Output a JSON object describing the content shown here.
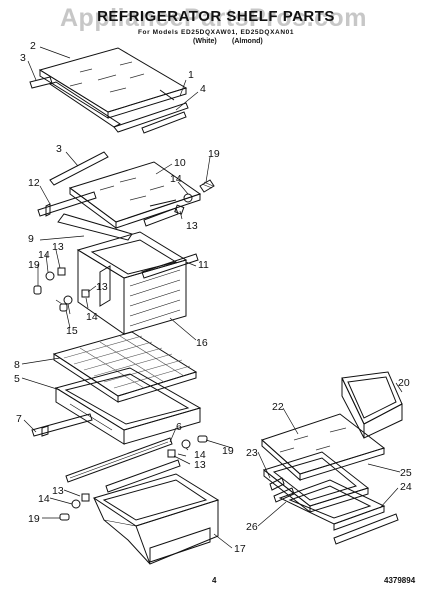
{
  "header": {
    "title": "REFRIGERATOR SHELF PARTS",
    "watermark": "AppliancePartsPros.com",
    "models": "For Models ED25DQXAW01, ED25DQXAN01",
    "color_white": "(White)",
    "color_almond": "(Almond)"
  },
  "diagram": {
    "callouts": [
      "1",
      "2",
      "3",
      "4",
      "3",
      "10",
      "19",
      "12",
      "14",
      "13",
      "9",
      "11",
      "13",
      "14",
      "19",
      "13",
      "14",
      "15",
      "16",
      "8",
      "5",
      "7",
      "6",
      "19",
      "14",
      "13",
      "20",
      "22",
      "23",
      "25",
      "24",
      "13",
      "14",
      "19",
      "17",
      "26"
    ]
  },
  "footer": {
    "page_number": "4",
    "doc_number": "4379894"
  }
}
